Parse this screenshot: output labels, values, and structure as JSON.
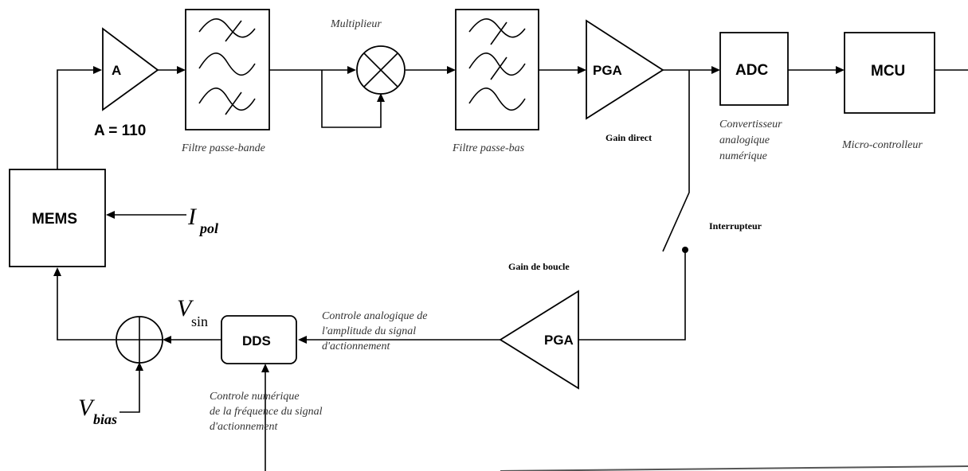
{
  "blocks": {
    "amp": "A",
    "pga_direct": "PGA",
    "adc": "ADC",
    "mcu": "MCU",
    "mems": "MEMS",
    "dds": "DDS",
    "pga_loop": "PGA"
  },
  "labels": {
    "gain_a": "A = 110",
    "bandpass": "Filtre passe-bande",
    "multiplier": "Multiplieur",
    "lowpass": "Filtre passe-bas",
    "gain_direct": "Gain direct",
    "adc_desc": [
      "Convertisseur",
      "analogique",
      "numérique"
    ],
    "mcu_desc": "Micro-controlleur",
    "switch": "Interrupteur",
    "gain_loop": "Gain de boucle",
    "analog_ctrl": [
      "Controle analogique de",
      "l'amplitude du signal",
      "d'actionnement"
    ],
    "digital_ctrl": [
      "Controle numérique",
      "de la fréquence du signal",
      "d'actionnement"
    ]
  },
  "symbols": {
    "i_pol": {
      "main": "I",
      "sub": "pol"
    },
    "v_sin": {
      "main": "V",
      "sub": "sin"
    },
    "v_bias": {
      "main": "V",
      "sub": "bias"
    }
  }
}
